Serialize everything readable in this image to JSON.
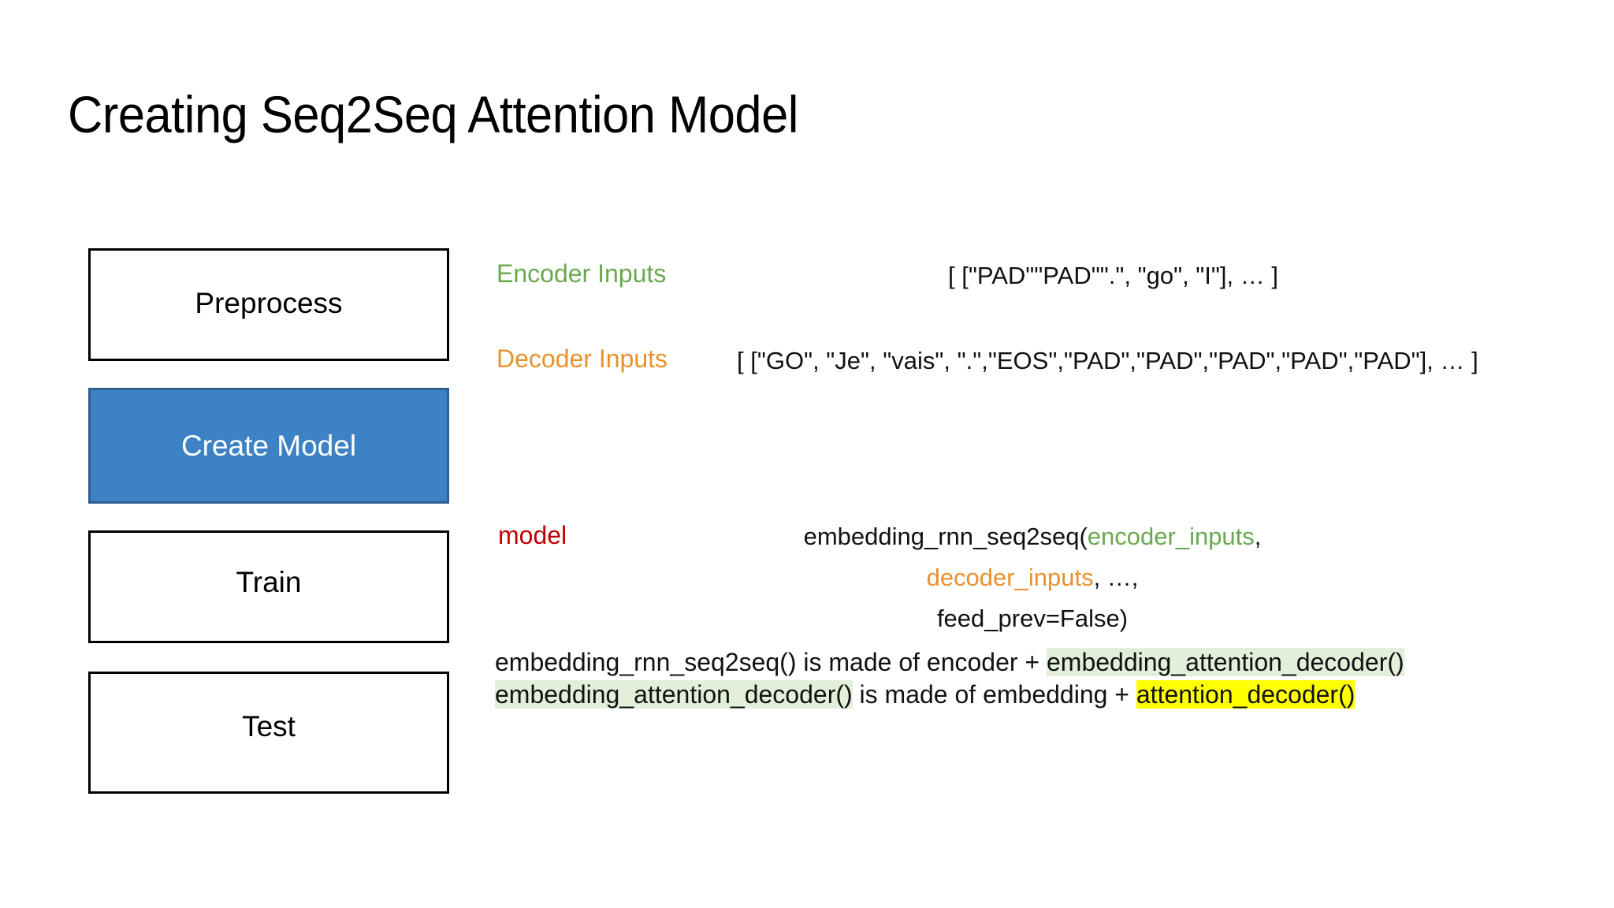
{
  "slide": {
    "title": "Creating Seq2Seq Attention Model",
    "background_color": "#FFFFFF"
  },
  "flow_steps": [
    {
      "label": "Preprocess",
      "active": false,
      "fill": "#FFFFFF",
      "text_color": "#000000"
    },
    {
      "label": "Create Model",
      "active": true,
      "fill": "#3C82C4",
      "text_color": "#FFFFFF"
    },
    {
      "label": "Train",
      "active": false,
      "fill": "#FFFFFF",
      "text_color": "#000000"
    },
    {
      "label": "Test",
      "active": false,
      "fill": "#FFFFFF",
      "text_color": "#000000"
    }
  ],
  "io_rows": {
    "encoder": {
      "label": "Encoder Inputs",
      "label_color": "#6AA84F",
      "value": "[ [\"PAD\"\"PAD\"\".\", \"go\", \"I\"], … ]"
    },
    "decoder": {
      "label": "Decoder Inputs",
      "label_color": "#E8912D",
      "value": "[ [\"GO\", \"Je\", \"vais\", \".\",\"EOS\",\"PAD\",\"PAD\",\"PAD\",\"PAD\",\"PAD\"], … ]"
    },
    "model": {
      "label": "model",
      "label_color": "#C00000",
      "call_prefix": "embedding_rnn_seq2seq(",
      "arg_encoder": "encoder_inputs",
      "arg_separator_1": ", ",
      "arg_decoder": "decoder_inputs",
      "arg_ellipsis": ", …,",
      "call_suffix": "feed_prev=False)"
    }
  },
  "notes": {
    "line1_prefix": "embedding_rnn_seq2seq() is made of encoder + ",
    "line1_highlight": "embedding_attention_decoder()",
    "line1_highlight_color": "#E2EFDA",
    "line2_highlight": "embedding_attention_decoder()",
    "line2_highlight_color": "#E2EFDA",
    "line2_middle": " is made of embedding + ",
    "line2_highlight2": "attention_decoder()",
    "line2_highlight2_color": "#FFFF00"
  }
}
